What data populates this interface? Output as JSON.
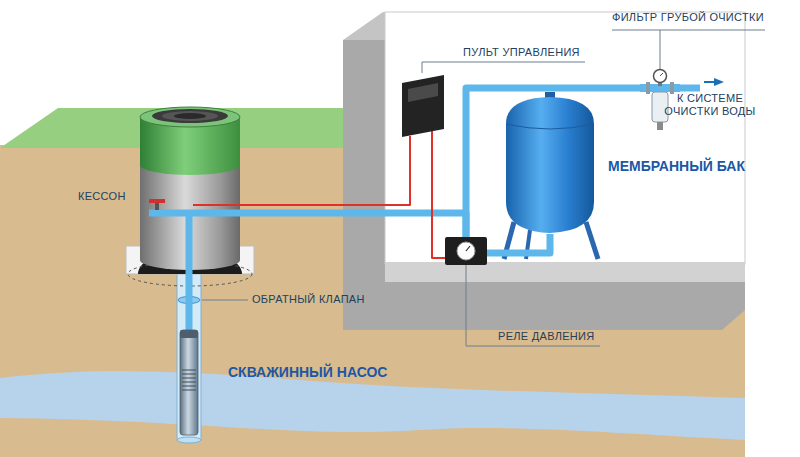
{
  "diagram": {
    "nodes": [
      {
        "text": [
          "ФИЛЬТР ГРУБОЙ ОЧИСТКИ"
        ]
      },
      {
        "text": [
          "ПУЛЬТ УПРАВЛЕНИЯ"
        ]
      },
      {
        "text": [
          "МЕМБРАННЫЙ БАК"
        ]
      },
      {
        "text": [
          "КЕССОН"
        ]
      },
      {
        "text": [
          "РЕЛЕ ДАВЛЕНИЯ"
        ]
      },
      {
        "text": [
          "СКВАЖИННЫЙ НАСОС"
        ]
      }
    ],
    "edges": [
      {
        "from": 5,
        "to": 3,
        "arrow": "none"
      },
      {
        "from": 3,
        "to": 4,
        "arrow": "none"
      },
      {
        "from": 4,
        "to": 2,
        "arrow": "none"
      },
      {
        "from": 4,
        "to": 0,
        "arrow": "none"
      },
      {
        "from": 1,
        "to": 3,
        "arrow": "none"
      },
      {
        "from": 1,
        "to": 4,
        "arrow": "none"
      }
    ],
    "labels": [
      "К СИСТЕМЕ ОЧИСТКИ ВОДЫ",
      "ОБРАТНЫЙ КЛАПАН"
    ]
  }
}
